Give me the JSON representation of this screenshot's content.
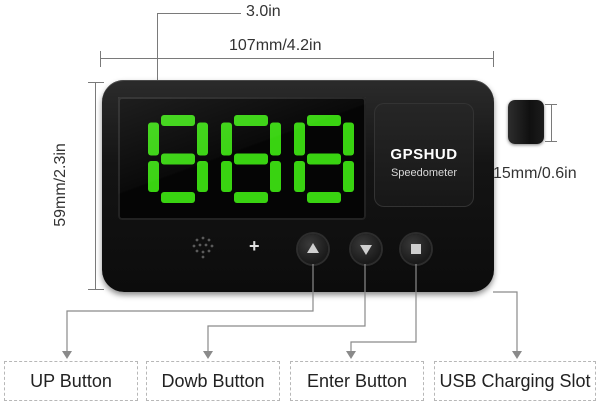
{
  "dimensions": {
    "width_screen": "3.0in",
    "width_overall": "107mm/4.2in",
    "height": "59mm/2.3in",
    "depth": "15mm/0.6in"
  },
  "device": {
    "display_digits": "888",
    "brand": "GPSHUD",
    "product": "Speedometer",
    "display_color": "#39d311"
  },
  "labels": {
    "up": "UP Button",
    "down": "Dowb Button",
    "enter": "Enter Button",
    "usb": "USB Charging Slot"
  },
  "icons": [
    "speaker-grille-icon",
    "plus-icon",
    "up-triangle-icon",
    "down-triangle-icon",
    "square-icon"
  ]
}
